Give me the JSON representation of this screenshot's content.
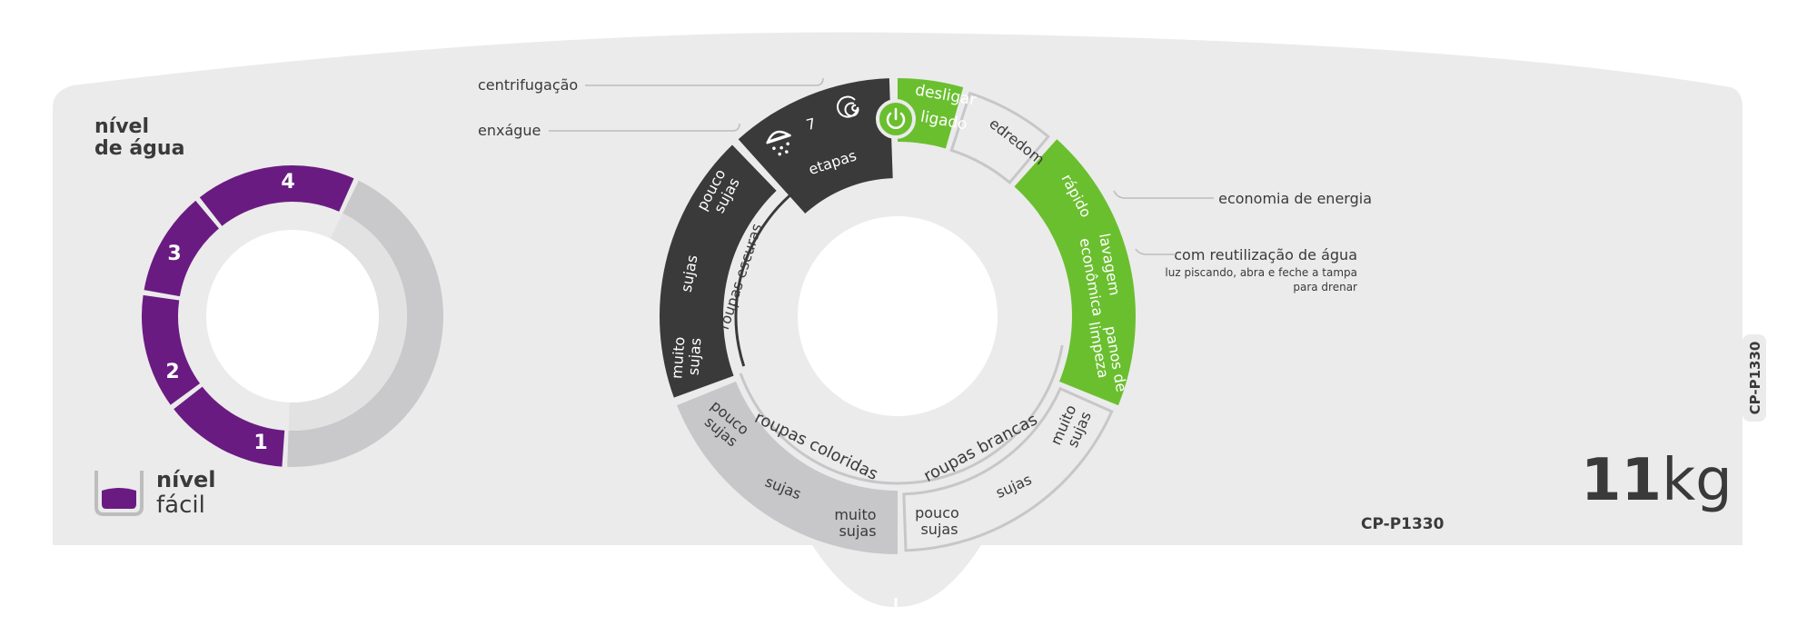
{
  "water_level": {
    "title_line1": "nível",
    "title_line2": "de água",
    "levels": [
      "1",
      "2",
      "3",
      "4"
    ],
    "purple": "#6a1b82",
    "inactive_gray": "#c9c9cb"
  },
  "brand": {
    "line1": "nível",
    "line2": "fácil"
  },
  "dial": {
    "steps_label": "etapas",
    "step_number": "7",
    "dark_segment": {
      "top": [
        "pouco",
        "sujas"
      ],
      "mid": "sujas",
      "bottom": [
        "muito",
        "sujas"
      ],
      "arc_label": "roupas escuras"
    },
    "gray_segment": {
      "top": [
        "pouco",
        "sujas"
      ],
      "mid": "sujas",
      "bottom": [
        "muito",
        "sujas"
      ],
      "arc_label": "roupas coloridas"
    },
    "white_segment": {
      "left": [
        "pouco",
        "sujas"
      ],
      "mid": "sujas",
      "right": [
        "muito",
        "sujas"
      ],
      "arc_label": "roupas brancas"
    },
    "power_line1": "desligar",
    "power_line2": "ligado",
    "edredom": "edredom",
    "rapido": "rápido",
    "lavagem_economica": [
      "lavagem",
      "econômica"
    ],
    "panos_limpeza": [
      "panos de",
      "limpeza"
    ],
    "green": "#6abf2f",
    "dark": "#3a3a3a",
    "gray": "#c7c7c9"
  },
  "annotations": {
    "centrifugacao": "centrifugação",
    "enxague": "enxágue",
    "economia": "economia de energia",
    "reutilizacao": "com reutilização de água",
    "reutilizacao_note1": "luz piscando, abra e feche a tampa",
    "reutilizacao_note2": "para drenar"
  },
  "capacity": {
    "number": "11",
    "unit": "kg"
  },
  "model": "CP-P1330",
  "side_tab_model": "CP-P1330",
  "icons": [
    "rinse-icon",
    "spin-icon",
    "power-icon",
    "water-cup-icon"
  ]
}
